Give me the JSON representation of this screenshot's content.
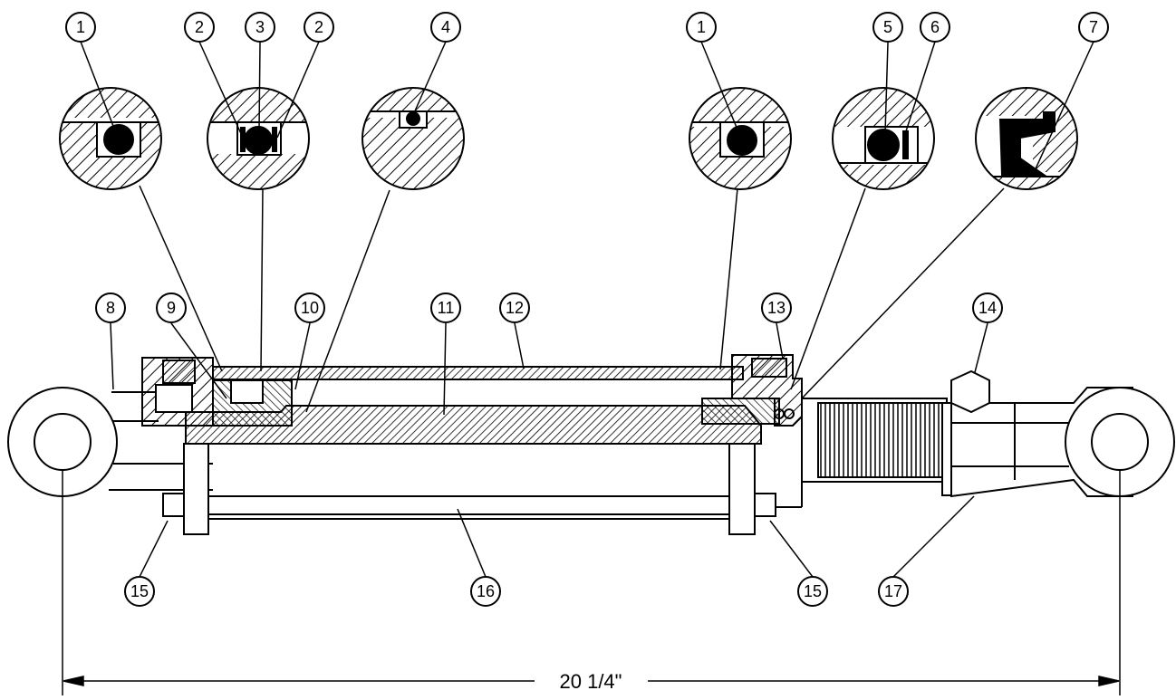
{
  "balloons": [
    {
      "id": "b-top-1a",
      "label": "1"
    },
    {
      "id": "b-top-2a",
      "label": "2"
    },
    {
      "id": "b-top-3",
      "label": "3"
    },
    {
      "id": "b-top-2b",
      "label": "2"
    },
    {
      "id": "b-top-4",
      "label": "4"
    },
    {
      "id": "b-top-1b",
      "label": "1"
    },
    {
      "id": "b-top-5",
      "label": "5"
    },
    {
      "id": "b-top-6",
      "label": "6"
    },
    {
      "id": "b-top-7",
      "label": "7"
    },
    {
      "id": "b-8",
      "label": "8"
    },
    {
      "id": "b-9",
      "label": "9"
    },
    {
      "id": "b-10",
      "label": "10"
    },
    {
      "id": "b-11",
      "label": "11"
    },
    {
      "id": "b-12",
      "label": "12"
    },
    {
      "id": "b-13",
      "label": "13"
    },
    {
      "id": "b-14",
      "label": "14"
    },
    {
      "id": "b-15a",
      "label": "15"
    },
    {
      "id": "b-16",
      "label": "16"
    },
    {
      "id": "b-15b",
      "label": "15"
    },
    {
      "id": "b-17",
      "label": "17"
    }
  ],
  "dimension": {
    "overall_length": "20 1/4\""
  },
  "colors": {
    "line": "#000000",
    "background": "#ffffff"
  }
}
